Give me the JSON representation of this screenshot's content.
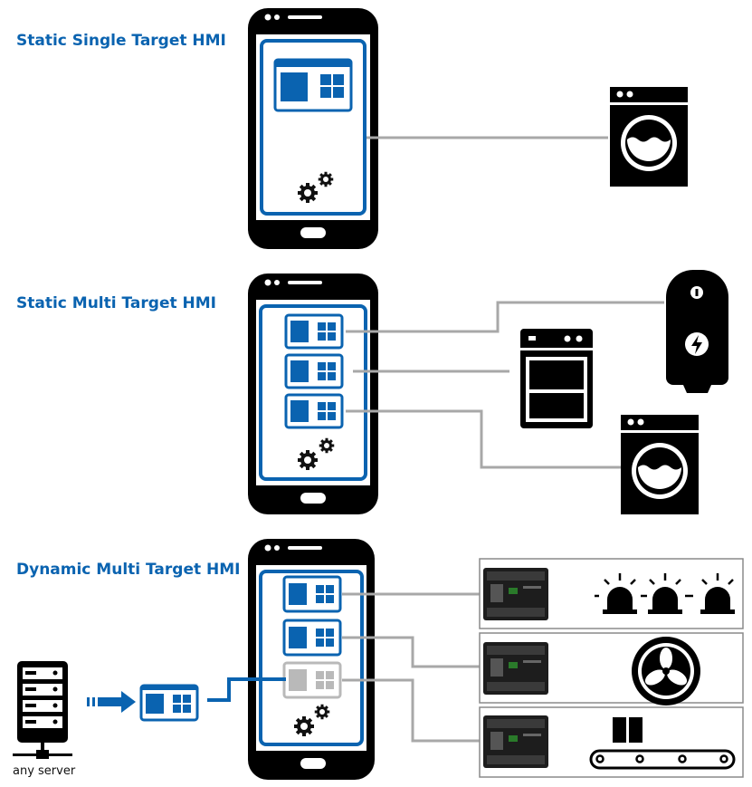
{
  "sections": [
    {
      "title": "Static Single Target HMI"
    },
    {
      "title": "Static Multi Target HMI"
    },
    {
      "title": "Dynamic Multi Target HMI"
    }
  ],
  "server": {
    "label": "any server"
  },
  "colors": {
    "accent": "#0a63b0",
    "device": "#000000",
    "line": "#a8a8a8",
    "disabled": "#b9b9b9"
  }
}
